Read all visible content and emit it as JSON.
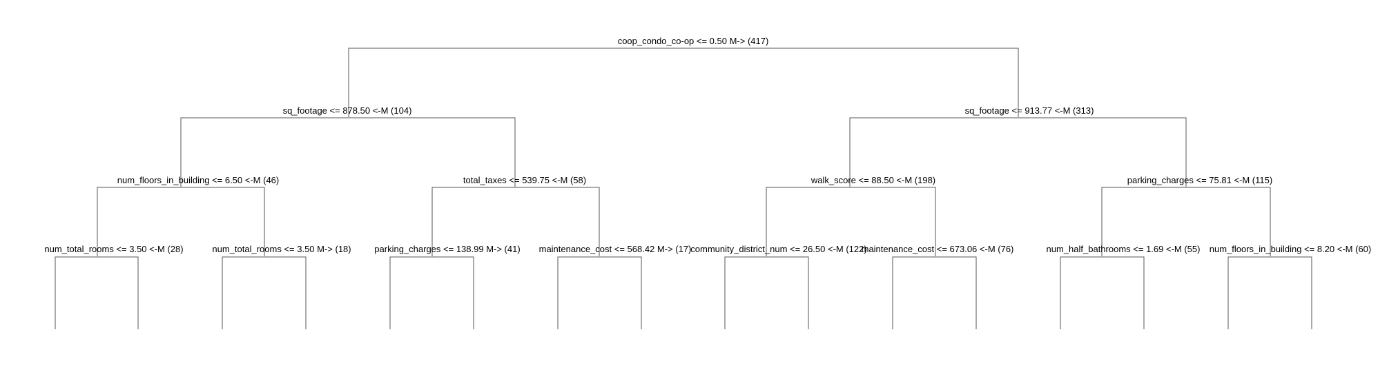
{
  "tree": {
    "line_color": "#555555",
    "text_color": "#000000",
    "background": "#ffffff",
    "nodes": [
      {
        "id": "root",
        "label": "coop_condo_co-op <= 0.50 M-> (417)"
      },
      {
        "id": "L",
        "label": "sq_footage <= 878.50 <-M (104)"
      },
      {
        "id": "R",
        "label": "sq_footage <= 913.77 <-M (313)"
      },
      {
        "id": "LL",
        "label": "num_floors_in_building <= 6.50 <-M (46)"
      },
      {
        "id": "LR",
        "label": "total_taxes <= 539.75 <-M (58)"
      },
      {
        "id": "RL",
        "label": "walk_score <= 88.50 <-M (198)"
      },
      {
        "id": "RR",
        "label": "parking_charges <= 75.81 <-M (115)"
      },
      {
        "id": "LLL",
        "label": "num_total_rooms <= 3.50 <-M (28)"
      },
      {
        "id": "LLR",
        "label": "num_total_rooms <= 3.50 M-> (18)"
      },
      {
        "id": "LRL",
        "label": "parking_charges <= 138.99 M-> (41)"
      },
      {
        "id": "LRR",
        "label": "maintenance_cost <= 568.42 M-> (17)"
      },
      {
        "id": "RLL",
        "label": "community_district_num <= 26.50 <-M (122)"
      },
      {
        "id": "RLR",
        "label": "maintenance_cost <= 673.06 <-M (76)"
      },
      {
        "id": "RRL",
        "label": "num_half_bathrooms <= 1.69 <-M (55)"
      },
      {
        "id": "RRR",
        "label": "num_floors_in_building <= 8.20 <-M (60)"
      }
    ]
  }
}
